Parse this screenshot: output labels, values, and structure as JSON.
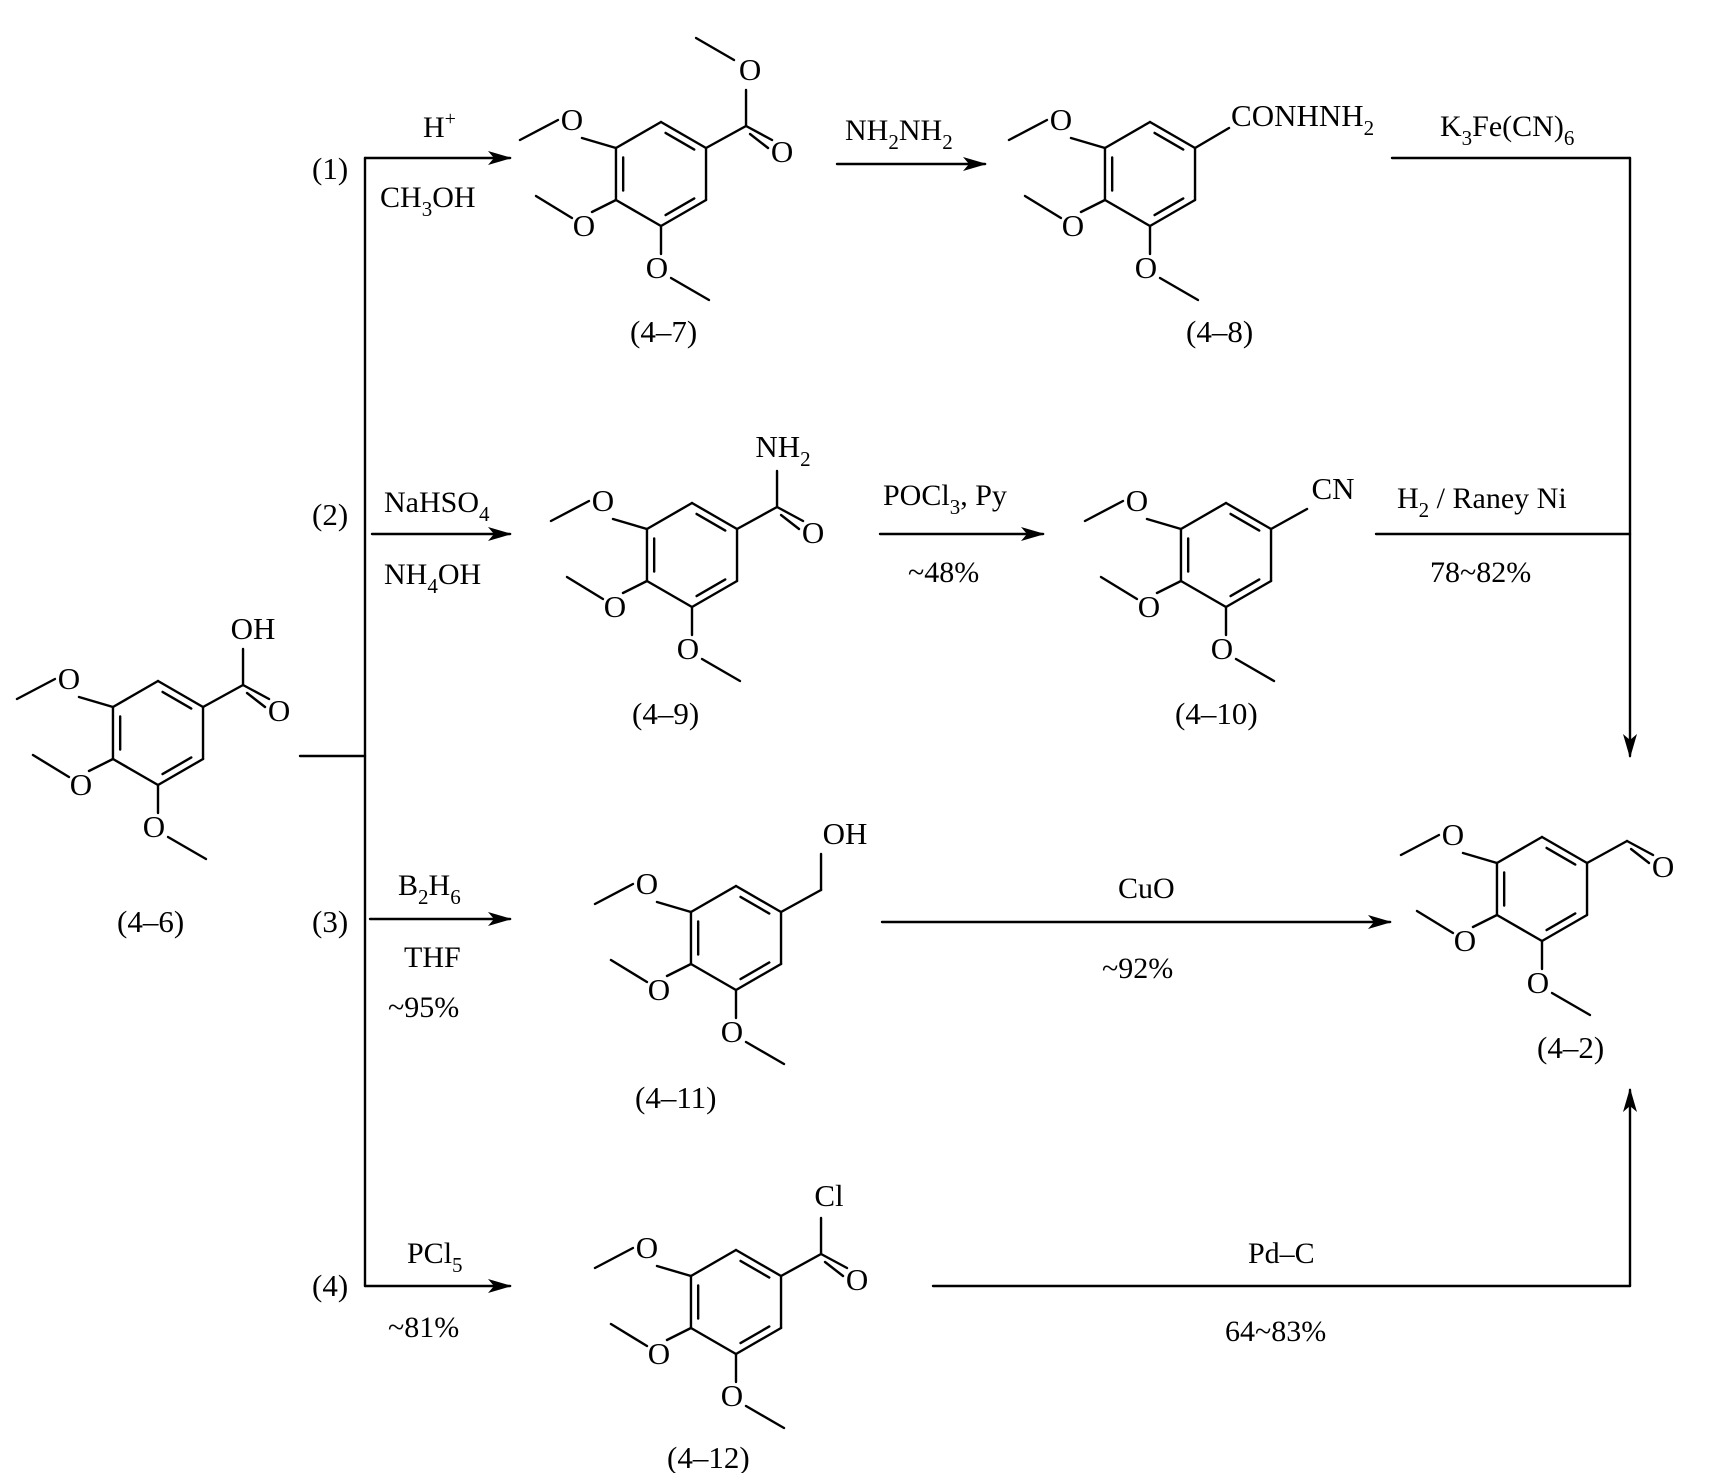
{
  "start": {
    "label": "(4–6)",
    "sub": "OH"
  },
  "routes": [
    {
      "number": "(1)",
      "steps": [
        {
          "reagent": "H",
          "reagent_sup": "+",
          "solvent": "CH",
          "solvent_sub": "3",
          "solvent_tail": "OH"
        },
        {
          "reagent_a": "NH",
          "sub_a": "2",
          "reagent_b": "NH",
          "sub_b": "2"
        },
        {
          "reagent": "K",
          "sub1": "3",
          "mid": "Fe(CN)",
          "sub2": "6"
        }
      ],
      "intermediates": [
        {
          "label": "(4–7)"
        },
        {
          "label": "(4–8)",
          "sub_a": "CONHNH",
          "sub_b": "2"
        }
      ]
    },
    {
      "number": "(2)",
      "steps": [
        {
          "reagent": "NaHSO",
          "reagent_sub": "4",
          "solvent": "NH",
          "solvent_sub": "4",
          "solvent_tail": "OH"
        },
        {
          "reagent": "POCl",
          "reagent_sub": "3",
          "reagent_tail": ", Py",
          "yield": "~48%"
        },
        {
          "reagent": "H",
          "reagent_sub": "2",
          "reagent_tail": " / Raney Ni",
          "yield": "78~82%"
        }
      ],
      "intermediates": [
        {
          "label": "(4–9)",
          "sub_a": "NH",
          "sub_b": "2"
        },
        {
          "label": "(4–10)",
          "sub": "CN"
        }
      ]
    },
    {
      "number": "(3)",
      "steps": [
        {
          "reagent": "B",
          "sub1": "2",
          "mid": "H",
          "sub2": "6",
          "solvent": "THF",
          "yield": "~95%"
        },
        {
          "reagent": "CuO",
          "yield": "~92%"
        }
      ],
      "intermediates": [
        {
          "label": "(4–11)",
          "sub": "OH"
        }
      ]
    },
    {
      "number": "(4)",
      "steps": [
        {
          "reagent": "PCl",
          "reagent_sub": "5",
          "yield": "~81%"
        },
        {
          "reagent": "Pd–C",
          "yield": "64~83%"
        }
      ],
      "intermediates": [
        {
          "label": "(4–12)",
          "sub": "Cl"
        }
      ]
    }
  ],
  "product": {
    "label": "(4–2)"
  },
  "atoms": {
    "oxygen": "O"
  }
}
